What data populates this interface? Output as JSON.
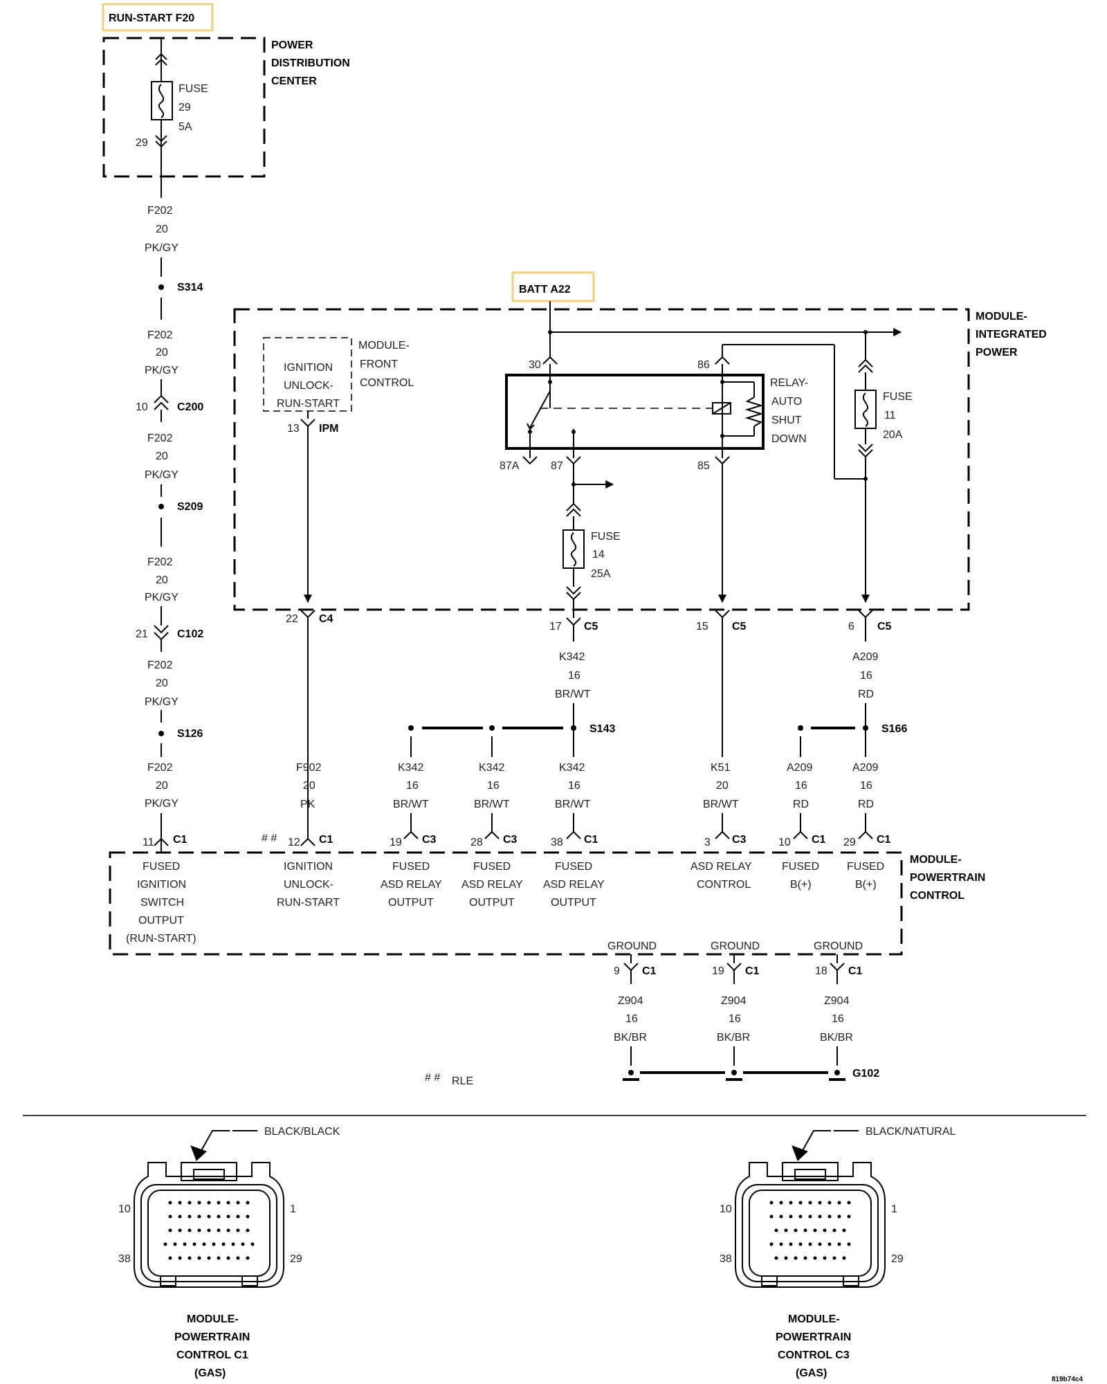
{
  "sources": {
    "run_start": "RUN-START F20",
    "batt": "BATT A22"
  },
  "pdc": {
    "title_lines": [
      "POWER",
      "DISTRIBUTION",
      "CENTER"
    ],
    "fuse": [
      "FUSE",
      "29",
      "5A"
    ],
    "pin": "29"
  },
  "left_wire": [
    [
      "F202",
      "20",
      "PK/GY"
    ],
    [
      "F202",
      "20",
      "PK/GY"
    ],
    [
      "F202",
      "20",
      "PK/GY"
    ],
    [
      "F202",
      "20",
      "PK/GY"
    ],
    [
      "F202",
      "20",
      "PK/GY"
    ],
    [
      "F202",
      "20",
      "PK/GY"
    ]
  ],
  "splices": {
    "s314": "S314",
    "s209": "S209",
    "s126": "S126",
    "s143": "S143",
    "s166": "S166"
  },
  "connectors": {
    "c200": {
      "pin": "10",
      "name": "C200"
    },
    "c102": {
      "pin": "21",
      "name": "C102"
    },
    "ipm13": {
      "pin": "13",
      "name": "IPM"
    },
    "c4_22": {
      "pin": "22",
      "name": "C4"
    },
    "c5_17": {
      "pin": "17",
      "name": "C5"
    },
    "c5_15": {
      "pin": "15",
      "name": "C5"
    },
    "c5_6": {
      "pin": "6",
      "name": "C5"
    }
  },
  "tipm": {
    "title_lines": [
      "MODULE-",
      "INTEGRATED",
      "POWER"
    ],
    "front_control_lines": [
      "MODULE-",
      "FRONT",
      "CONTROL"
    ],
    "ignition_lines": [
      "IGNITION",
      "UNLOCK-",
      "RUN-START"
    ],
    "relay_lines": [
      "RELAY-",
      "AUTO",
      "SHUT",
      "DOWN"
    ],
    "relay_pins": {
      "p30": "30",
      "p86": "86",
      "p87a": "87A",
      "p87": "87",
      "p85": "85"
    },
    "fuse11": [
      "FUSE",
      "11",
      "20A"
    ],
    "fuse14": [
      "FUSE",
      "14",
      "25A"
    ]
  },
  "mid_wires": {
    "k342_top": [
      "K342",
      "16",
      "BR/WT"
    ],
    "a209_top": [
      "A209",
      "16",
      "RD"
    ]
  },
  "pcm_wires": [
    [
      "F202",
      "20",
      "PK/GY"
    ],
    [
      "F902",
      "20",
      "PK"
    ],
    [
      "K342",
      "16",
      "BR/WT"
    ],
    [
      "K342",
      "16",
      "BR/WT"
    ],
    [
      "K342",
      "16",
      "BR/WT"
    ],
    [
      "K51",
      "20",
      "BR/WT"
    ],
    [
      "A209",
      "16",
      "RD"
    ],
    [
      "A209",
      "16",
      "RD"
    ]
  ],
  "pcm_pins": [
    {
      "pin": "11",
      "conn": "C1"
    },
    {
      "pin": "12",
      "conn": "C1",
      "mark": "# #"
    },
    {
      "pin": "19",
      "conn": "C3"
    },
    {
      "pin": "28",
      "conn": "C3"
    },
    {
      "pin": "38",
      "conn": "C1"
    },
    {
      "pin": "3",
      "conn": "C3"
    },
    {
      "pin": "10",
      "conn": "C1"
    },
    {
      "pin": "29",
      "conn": "C1"
    }
  ],
  "pcm_functions": [
    [
      "FUSED",
      "IGNITION",
      "SWITCH",
      "OUTPUT",
      "(RUN-START)"
    ],
    [
      "IGNITION",
      "UNLOCK-",
      "RUN-START"
    ],
    [
      "FUSED",
      "ASD RELAY",
      "OUTPUT"
    ],
    [
      "FUSED",
      "ASD RELAY",
      "OUTPUT"
    ],
    [
      "FUSED",
      "ASD RELAY",
      "OUTPUT"
    ],
    [
      "ASD RELAY",
      "CONTROL"
    ],
    [
      "FUSED",
      "B(+)"
    ],
    [
      "FUSED",
      "B(+)"
    ]
  ],
  "pcm": {
    "title_lines": [
      "MODULE-",
      "POWERTRAIN",
      "CONTROL"
    ]
  },
  "grounds": [
    {
      "label": "GROUND",
      "pin": "9",
      "conn": "C1",
      "wire": [
        "Z904",
        "16",
        "BK/BR"
      ]
    },
    {
      "label": "GROUND",
      "pin": "19",
      "conn": "C1",
      "wire": [
        "Z904",
        "16",
        "BK/BR"
      ]
    },
    {
      "label": "GROUND",
      "pin": "18",
      "conn": "C1",
      "wire": [
        "Z904",
        "16",
        "BK/BR"
      ]
    }
  ],
  "ground_point": "G102",
  "legend": {
    "mark": "# #",
    "text": "RLE"
  },
  "connector_views": [
    {
      "color": "BLACK/BLACK",
      "pins": [
        "10",
        "1",
        "38",
        "29"
      ],
      "title_lines": [
        "MODULE-",
        "POWERTRAIN",
        "CONTROL C1",
        "(GAS)"
      ]
    },
    {
      "color": "BLACK/NATURAL",
      "pins": [
        "10",
        "1",
        "38",
        "29"
      ],
      "title_lines": [
        "MODULE-",
        "POWERTRAIN",
        "CONTROL C3",
        "(GAS)"
      ]
    }
  ],
  "doc_id": "819b74c4"
}
